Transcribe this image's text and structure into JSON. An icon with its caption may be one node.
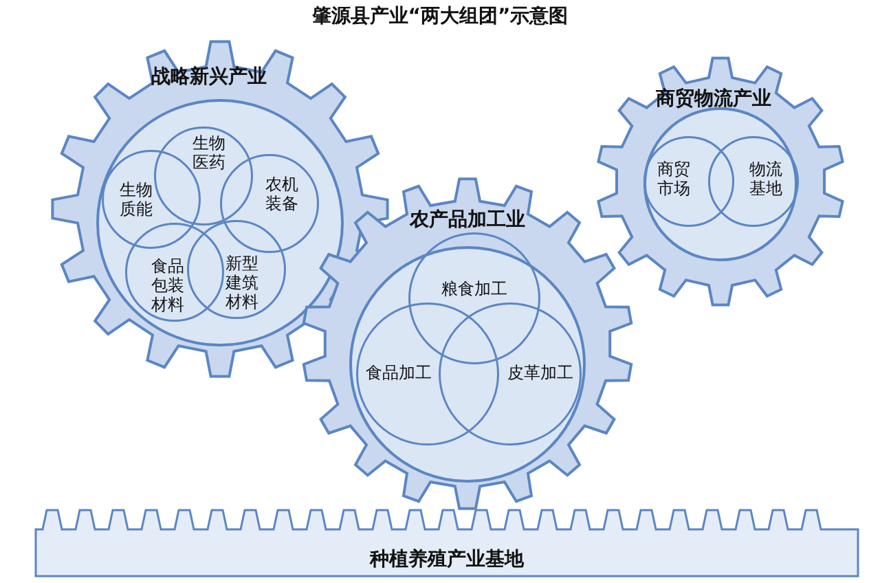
{
  "diagram": {
    "title": "肇源县产业“两大组团”示意图",
    "nodes": [
      {
        "text": [
          "战略新兴产业"
        ]
      },
      {
        "text": [],
        "shape": "circle",
        "in": 0
      },
      {
        "text": [
          "生物质能"
        ],
        "in": 1
      },
      {
        "text": [
          "生物医药"
        ],
        "in": 1
      },
      {
        "text": [
          "农机装备"
        ],
        "in": 1
      },
      {
        "text": [
          "食品包装材料"
        ],
        "in": 1
      },
      {
        "text": [
          "新型建筑材料"
        ],
        "in": 1
      },
      {
        "text": [
          "商贸物流产业"
        ]
      },
      {
        "text": [],
        "shape": "circle",
        "in": 7
      },
      {
        "text": [
          "商贸市场"
        ],
        "in": 8
      },
      {
        "text": [
          "物流基地"
        ],
        "in": 8
      },
      {
        "text": [
          "农产品加工业"
        ]
      },
      {
        "text": [],
        "shape": "circle",
        "in": 11
      },
      {
        "text": [
          "粮食加工"
        ],
        "in": 12
      },
      {
        "text": [
          "食品加工"
        ],
        "in": 12
      },
      {
        "text": [
          "皮革加工"
        ],
        "in": 12
      },
      {
        "text": [
          "种植养殖产业基地"
        ]
      }
    ],
    "edges": []
  }
}
